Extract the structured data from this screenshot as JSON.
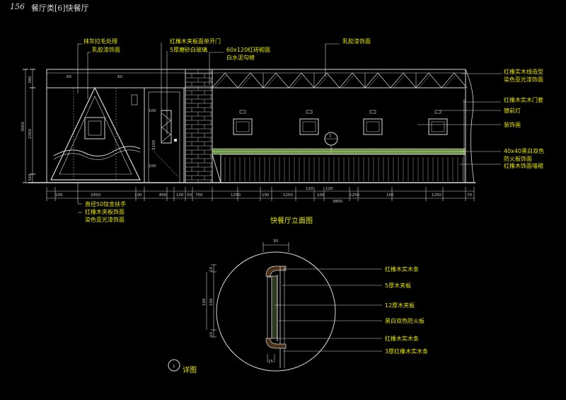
{
  "header": {
    "page_number": "156",
    "title": "餐厅类[6]快餐厅"
  },
  "elevation": {
    "caption": "快餐厅立面图",
    "top_labels": [
      "抹灰拉毛处理",
      "乳胶漆饰面",
      "红橡木夹板面单开门",
      "5厚磨砂白玻璃",
      "60x120红砖砌面",
      "白水泥勾缝",
      "乳胶漆饰面"
    ],
    "right_labels": [
      "红橡实木线造型",
      "染色亚光漆饰面",
      "红橡木实木门套",
      "镀前灯",
      "装饰画",
      "40x40黑白双色",
      "防火板饰面",
      "红橡木饰面墙裙"
    ],
    "bottom_labels": [
      "直径50钛金扶手",
      "红橡木夹板饰面",
      "染色亚光漆饰面"
    ],
    "dims_bottom": [
      "100",
      "2450",
      "100",
      "800",
      "100",
      "50",
      "750",
      "1250",
      "100",
      "1250",
      "100",
      "1250",
      "100",
      "1250",
      "70"
    ],
    "dims_left": [
      "380",
      "3000",
      "2300",
      "320"
    ],
    "dims_inner": [
      "60",
      "60",
      "100",
      "2100",
      "100",
      "120",
      "120",
      "3800"
    ]
  },
  "detail": {
    "caption": "详图",
    "callout_symbol": "1",
    "labels": [
      "红橡木实木条",
      "5厚木夹板",
      "12厚木夹板",
      "黑白双色防火板",
      "红橡木实木条",
      "3厚红橡木实木条"
    ],
    "dims": [
      "30",
      "10",
      "100",
      "100",
      "10",
      "15"
    ]
  }
}
